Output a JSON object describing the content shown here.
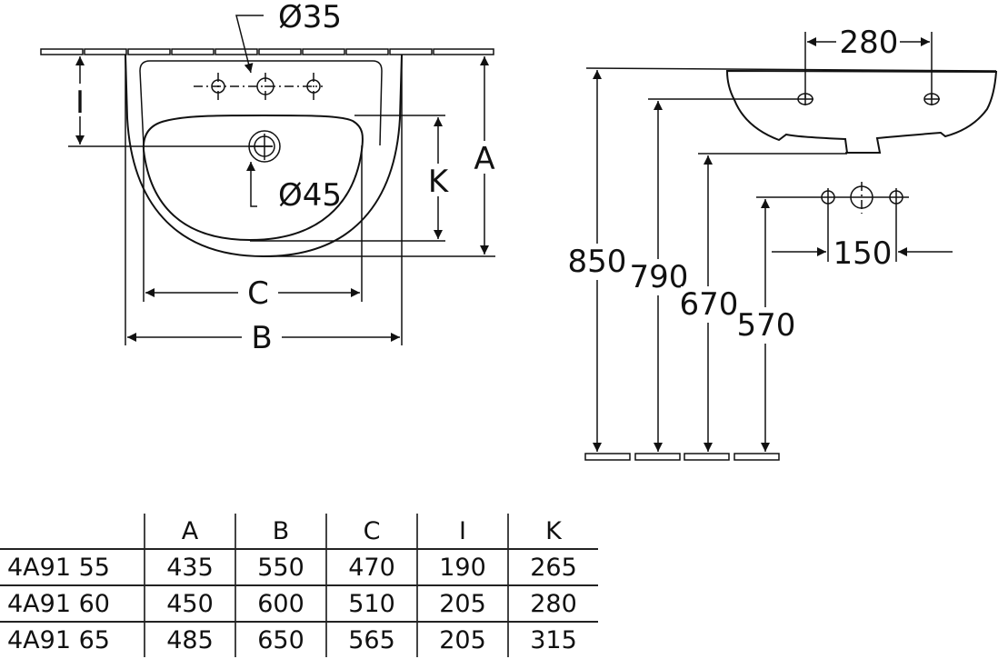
{
  "front_view": {
    "labels": {
      "diameter_tap": "Ø35",
      "diameter_waste": "Ø45",
      "dim_I": "I",
      "dim_K": "K",
      "dim_A": "A",
      "dim_B": "B",
      "dim_C": "C"
    }
  },
  "side_view": {
    "labels": {
      "fixing_spacing": "280",
      "height_rim": "850",
      "height_fixing": "790",
      "height_waste": "670",
      "height_trap": "570",
      "trap_spacing": "150"
    }
  },
  "table": {
    "headers": [
      "",
      "A",
      "B",
      "C",
      "I",
      "K"
    ],
    "rows": [
      [
        "4A91 55",
        "435",
        "550",
        "470",
        "190",
        "265"
      ],
      [
        "4A91 60",
        "450",
        "600",
        "510",
        "205",
        "280"
      ],
      [
        "4A91 65",
        "485",
        "650",
        "565",
        "205",
        "315"
      ]
    ]
  }
}
